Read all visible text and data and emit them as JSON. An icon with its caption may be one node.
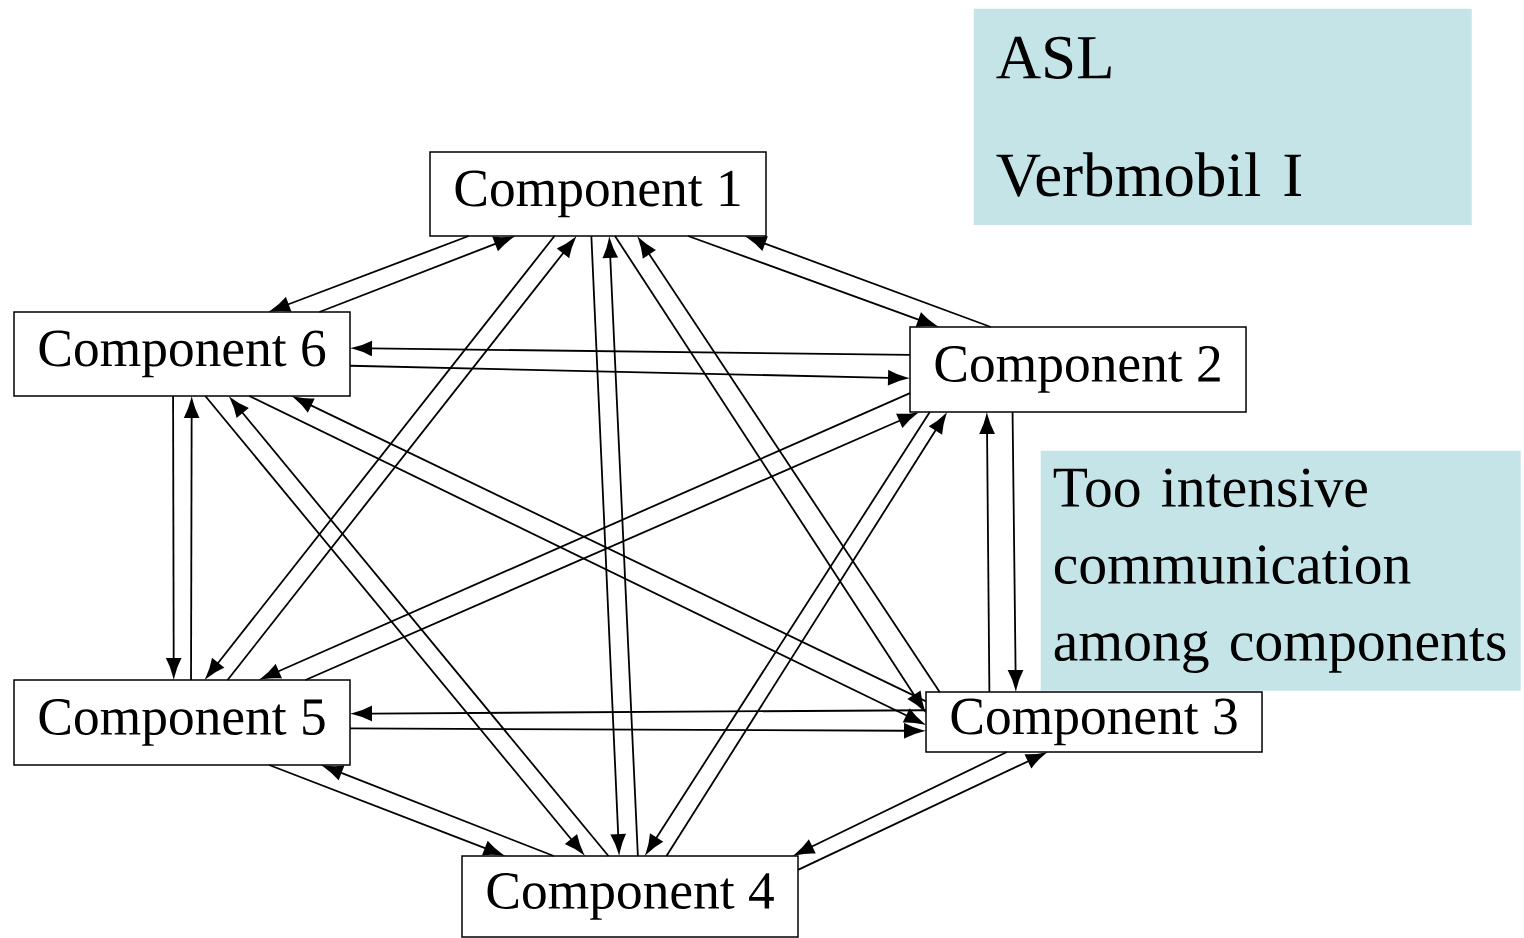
{
  "diagram": {
    "nodes": [
      {
        "text": [
          "Component 1"
        ]
      },
      {
        "text": [
          "Component 2"
        ]
      },
      {
        "text": [
          "Component 3"
        ]
      },
      {
        "text": [
          "Component 4"
        ]
      },
      {
        "text": [
          "Component 5"
        ]
      },
      {
        "text": [
          "Component 6"
        ]
      },
      {
        "text": [
          "ASL",
          "Verbmobil I"
        ]
      },
      {
        "text": [
          "Too intensive communication among components"
        ]
      }
    ],
    "edges": [
      {
        "from": 0,
        "to": 1,
        "arrow": "to"
      },
      {
        "from": 0,
        "to": 2,
        "arrow": "to"
      },
      {
        "from": 0,
        "to": 3,
        "arrow": "to"
      },
      {
        "from": 0,
        "to": 4,
        "arrow": "to"
      },
      {
        "from": 0,
        "to": 5,
        "arrow": "to"
      },
      {
        "from": 1,
        "to": 0,
        "arrow": "to"
      },
      {
        "from": 1,
        "to": 2,
        "arrow": "to"
      },
      {
        "from": 1,
        "to": 3,
        "arrow": "to"
      },
      {
        "from": 1,
        "to": 4,
        "arrow": "to"
      },
      {
        "from": 1,
        "to": 5,
        "arrow": "to"
      },
      {
        "from": 2,
        "to": 0,
        "arrow": "to"
      },
      {
        "from": 2,
        "to": 1,
        "arrow": "to"
      },
      {
        "from": 2,
        "to": 3,
        "arrow": "to"
      },
      {
        "from": 2,
        "to": 4,
        "arrow": "to"
      },
      {
        "from": 2,
        "to": 5,
        "arrow": "to"
      },
      {
        "from": 3,
        "to": 0,
        "arrow": "to"
      },
      {
        "from": 3,
        "to": 1,
        "arrow": "to"
      },
      {
        "from": 3,
        "to": 2,
        "arrow": "to"
      },
      {
        "from": 3,
        "to": 4,
        "arrow": "to"
      },
      {
        "from": 3,
        "to": 5,
        "arrow": "to"
      },
      {
        "from": 4,
        "to": 0,
        "arrow": "to"
      },
      {
        "from": 4,
        "to": 1,
        "arrow": "to"
      },
      {
        "from": 4,
        "to": 2,
        "arrow": "to"
      },
      {
        "from": 4,
        "to": 3,
        "arrow": "to"
      },
      {
        "from": 4,
        "to": 5,
        "arrow": "to"
      },
      {
        "from": 5,
        "to": 0,
        "arrow": "to"
      },
      {
        "from": 5,
        "to": 1,
        "arrow": "to"
      },
      {
        "from": 5,
        "to": 2,
        "arrow": "to"
      },
      {
        "from": 5,
        "to": 3,
        "arrow": "to"
      },
      {
        "from": 5,
        "to": 4,
        "arrow": "to"
      }
    ]
  }
}
